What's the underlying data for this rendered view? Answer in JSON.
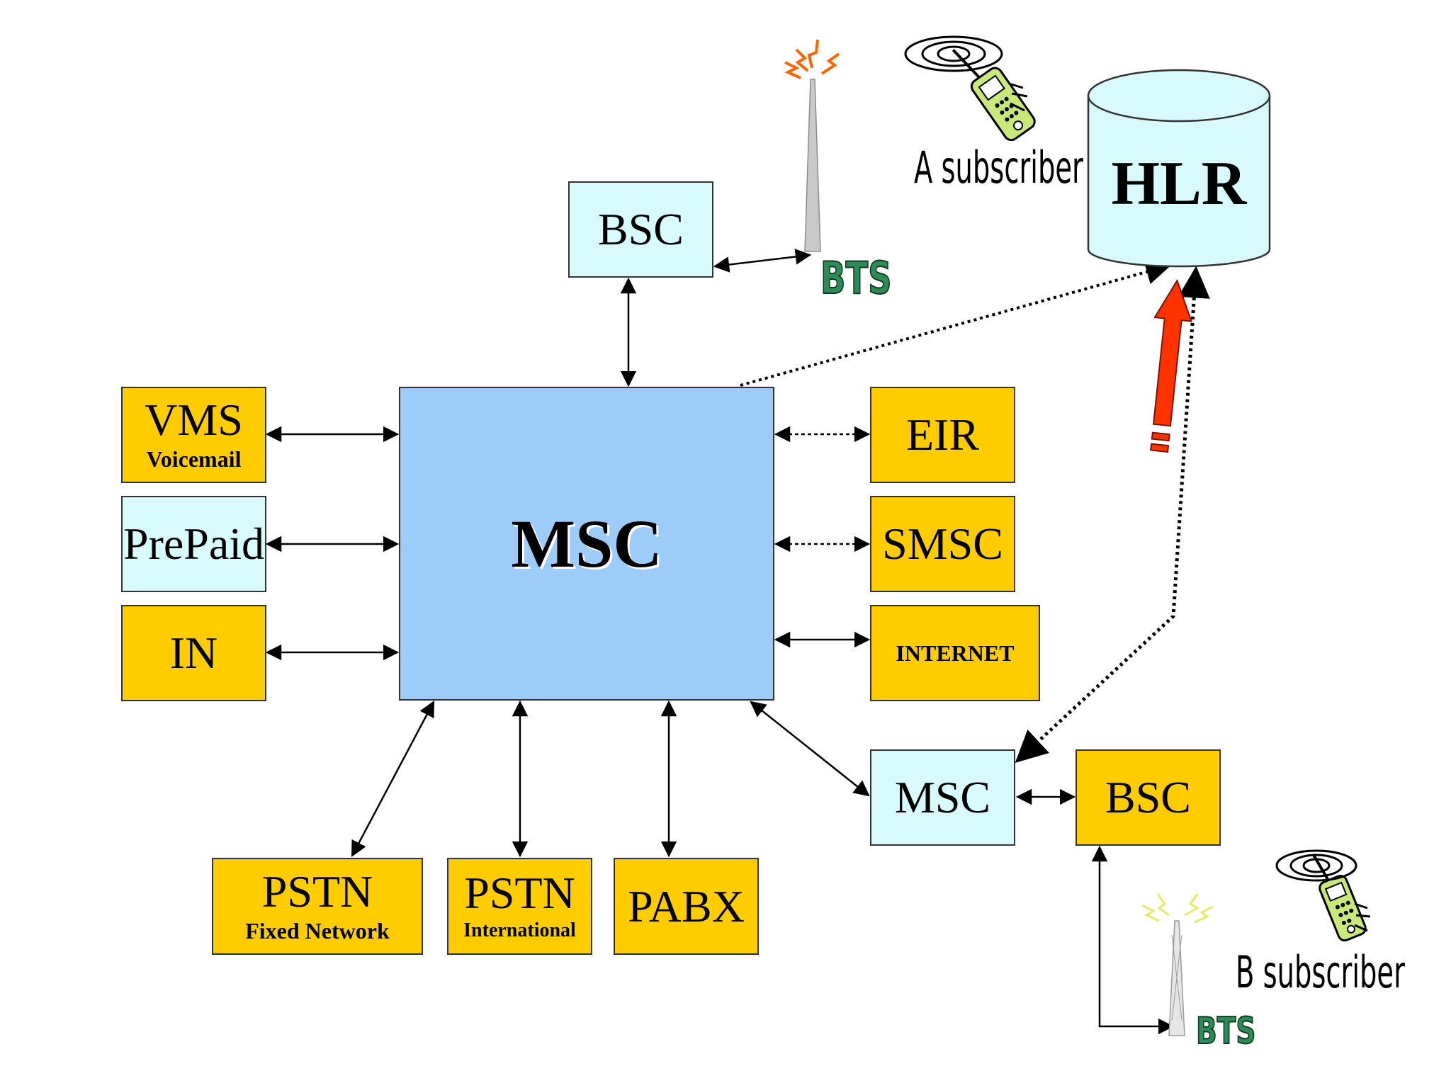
{
  "nodes": {
    "msc_main": "MSC",
    "bsc_top": "BSC",
    "bts_top": "BTS",
    "a_subscriber": "A subscriber",
    "hlr": "HLR",
    "vms": {
      "label": "VMS",
      "sub": "Voicemail"
    },
    "prepaid": "PrePaid",
    "in": "IN",
    "eir": "EIR",
    "smsc": "SMSC",
    "internet": "INTERNET",
    "msc_remote": "MSC",
    "bsc_bottom": "BSC",
    "pstn_fixed": {
      "label": "PSTN",
      "sub": "Fixed Network"
    },
    "pstn_intl": {
      "label": "PSTN",
      "sub": "International"
    },
    "pabx": "PABX",
    "b_subscriber": "B subscriber",
    "bts_bottom": "BTS"
  },
  "colors": {
    "gold_box": "#FFCC00",
    "cyan_box": "#D8FAFC",
    "msc_blue": "#9DCCF8",
    "bts_green": "#2E8B57",
    "red_arrow": "#FF3300"
  }
}
